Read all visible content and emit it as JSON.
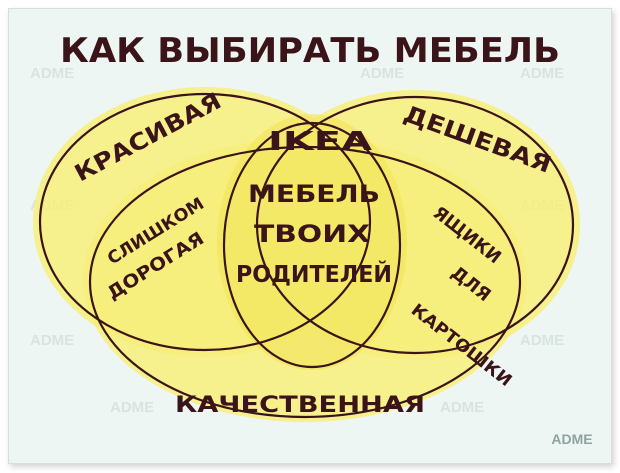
{
  "title": "КАК ВЫБИРАТЬ МЕБЕЛЬ",
  "sets": {
    "beautiful": "КРАСИВАЯ",
    "cheap": "ДЕШЕВАЯ",
    "quality": "КАЧЕСТВЕННАЯ"
  },
  "center_top": "IKEA",
  "center": [
    "МЕБЕЛЬ",
    "ТВОИХ",
    "РОДИТЕЛЕЙ"
  ],
  "left_overlap": [
    "СЛИШКОМ",
    "ДОРОГАЯ"
  ],
  "right_overlap": [
    "ЯЩИКИ",
    "ДЛЯ",
    "КАРТОШКИ"
  ],
  "watermark": "ADME",
  "colors": {
    "fill": "#f7ef7a",
    "ink": "#3a1418",
    "paper": "#eef6f3"
  }
}
